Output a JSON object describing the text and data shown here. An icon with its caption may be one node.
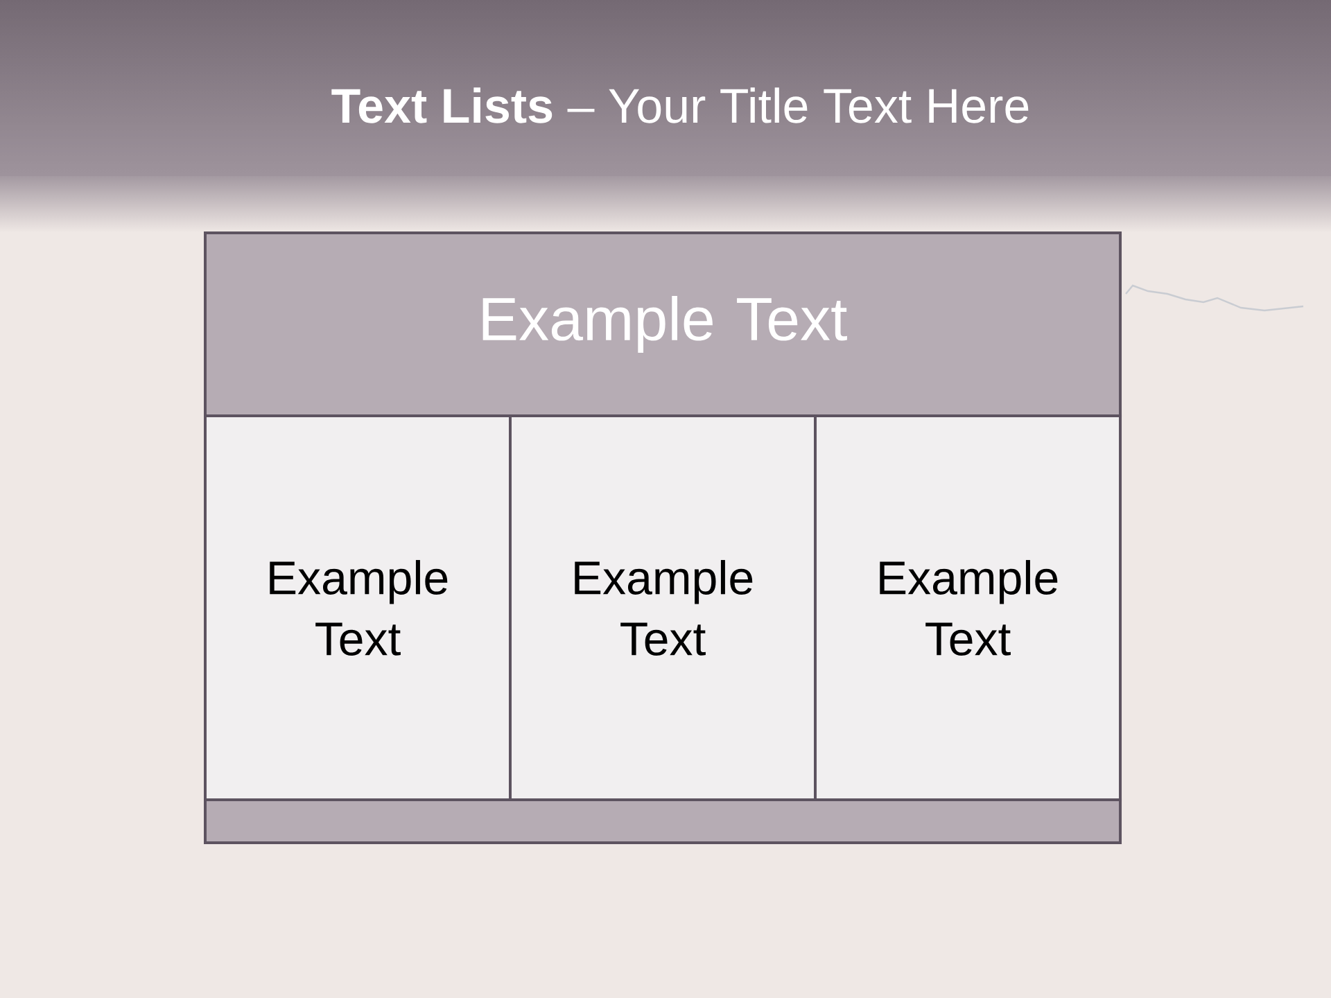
{
  "diagram": {
    "title": "**Text Lists** – Your Title Text Here",
    "nodes": [
      {
        "text": [
          "Example Text"
        ]
      },
      {
        "text": [
          "Example Text"
        ]
      },
      {
        "text": [
          "Example Text"
        ]
      },
      {
        "text": [
          "Example Text"
        ]
      },
      {
        "text": [],
        "shape": "bar"
      }
    ]
  }
}
